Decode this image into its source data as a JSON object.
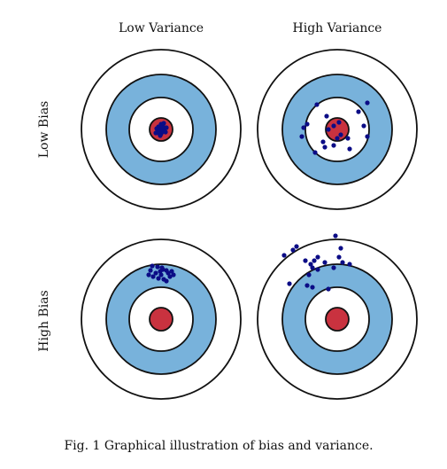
{
  "labels": {
    "col_low_variance": "Low Variance",
    "col_high_variance": "High Variance",
    "row_low_bias": "Low Bias",
    "row_high_bias": "High Bias"
  },
  "caption": "Fig. 1 Graphical illustration of bias and variance.",
  "colors": {
    "ring_outer": "#ffffff",
    "ring_middle": "#78b2db",
    "ring_inner": "#ffffff",
    "bullseye": "#c9323f",
    "stroke": "#111111",
    "shot": "#0b0c86"
  },
  "targets": [
    {
      "name": "low-bias-low-variance",
      "shots": [
        [
          -3,
          -3
        ],
        [
          2,
          -4
        ],
        [
          -1,
          0
        ],
        [
          3,
          1
        ],
        [
          -4,
          2
        ],
        [
          1,
          3
        ],
        [
          -2,
          -1
        ],
        [
          4,
          -1
        ],
        [
          0,
          5
        ],
        [
          -3,
          4
        ],
        [
          2,
          2
        ],
        [
          -5,
          -1
        ],
        [
          0,
          -6
        ],
        [
          5,
          3
        ],
        [
          -1,
          7
        ],
        [
          3,
          -7
        ],
        [
          -6,
          4
        ],
        [
          6,
          -2
        ],
        [
          -2,
          2
        ],
        [
          1,
          -2
        ]
      ]
    },
    {
      "name": "low-bias-high-variance",
      "shots": [
        [
          -23,
          -28
        ],
        [
          -12,
          -15
        ],
        [
          -10,
          0
        ],
        [
          -4,
          -4
        ],
        [
          -16,
          14
        ],
        [
          -25,
          26
        ],
        [
          -34,
          -6
        ],
        [
          -40,
          8
        ],
        [
          -14,
          20
        ],
        [
          0,
          10
        ],
        [
          4,
          6
        ],
        [
          2,
          -8
        ],
        [
          -4,
          18
        ],
        [
          12,
          10
        ],
        [
          30,
          -4
        ],
        [
          34,
          8
        ],
        [
          34,
          -30
        ],
        [
          24,
          -20
        ],
        [
          -38,
          -2
        ],
        [
          14,
          22
        ]
      ]
    },
    {
      "name": "high-bias-low-variance",
      "shots": [
        [
          -10,
          -60
        ],
        [
          -4,
          -59
        ],
        [
          2,
          -56
        ],
        [
          6,
          -55
        ],
        [
          12,
          -54
        ],
        [
          -12,
          -55
        ],
        [
          -6,
          -52
        ],
        [
          0,
          -50
        ],
        [
          8,
          -52
        ],
        [
          -9,
          -48
        ],
        [
          3,
          -45
        ],
        [
          10,
          -48
        ],
        [
          14,
          -50
        ],
        [
          -3,
          -46
        ],
        [
          6,
          -43
        ],
        [
          -14,
          -50
        ],
        [
          1,
          -58
        ],
        [
          -1,
          -54
        ]
      ]
    },
    {
      "name": "high-bias-high-variance",
      "shots": [
        [
          -50,
          -78
        ],
        [
          -46,
          -82
        ],
        [
          -60,
          -72
        ],
        [
          -54,
          -40
        ],
        [
          -34,
          -38
        ],
        [
          -28,
          -36
        ],
        [
          -32,
          -50
        ],
        [
          -28,
          -58
        ],
        [
          -36,
          -66
        ],
        [
          -26,
          -66
        ],
        [
          -30,
          -62
        ],
        [
          -22,
          -56
        ],
        [
          -14,
          -64
        ],
        [
          -10,
          -34
        ],
        [
          -4,
          -58
        ],
        [
          2,
          -70
        ],
        [
          4,
          -80
        ],
        [
          -2,
          -94
        ],
        [
          6,
          -64
        ],
        [
          14,
          -62
        ],
        [
          -22,
          -70
        ]
      ]
    }
  ]
}
